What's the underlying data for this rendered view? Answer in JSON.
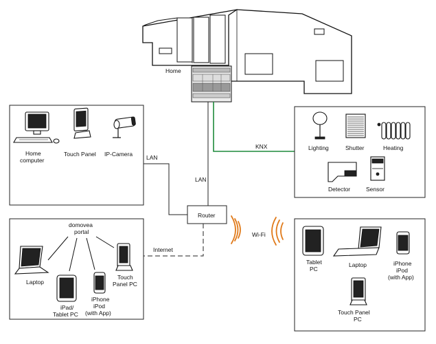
{
  "home": {
    "label": "Home"
  },
  "lan_box": {
    "devices": [
      {
        "label_lines": [
          "Home",
          "computer"
        ]
      },
      {
        "label_lines": [
          "Touch Panel"
        ]
      },
      {
        "label_lines": [
          "IP-Camera"
        ]
      }
    ]
  },
  "knx_box": {
    "devices": [
      {
        "label_lines": [
          "Lighting"
        ]
      },
      {
        "label_lines": [
          "Shutter"
        ]
      },
      {
        "label_lines": [
          "Heating"
        ]
      },
      {
        "label_lines": [
          "Detector"
        ]
      },
      {
        "label_lines": [
          "Sensor"
        ]
      }
    ]
  },
  "internet_box": {
    "portal_lines": [
      "domovea",
      "portal"
    ],
    "devices": [
      {
        "label_lines": [
          "Laptop"
        ]
      },
      {
        "label_lines": [
          "iPad/",
          "Tablet PC"
        ]
      },
      {
        "label_lines": [
          "iPhone",
          "iPod",
          "(with App)"
        ]
      },
      {
        "label_lines": [
          "Touch",
          "Panel PC"
        ]
      }
    ]
  },
  "wifi_box": {
    "devices": [
      {
        "label_lines": [
          "Tablet",
          "PC"
        ]
      },
      {
        "label_lines": [
          "Laptop"
        ]
      },
      {
        "label_lines": [
          "iPhone",
          "iPod",
          "(with App)"
        ]
      },
      {
        "label_lines": [
          "Touch Panel",
          "PC"
        ]
      }
    ]
  },
  "router": {
    "label": "Router"
  },
  "connections": {
    "lan_left": "LAN",
    "lan_center": "LAN",
    "knx": "KNX",
    "internet": "Internet",
    "wifi": "Wi-Fi"
  },
  "colors": {
    "knx_line": "#1d8a3a",
    "wifi_arcs": "#e07a1a",
    "line": "#222222"
  }
}
